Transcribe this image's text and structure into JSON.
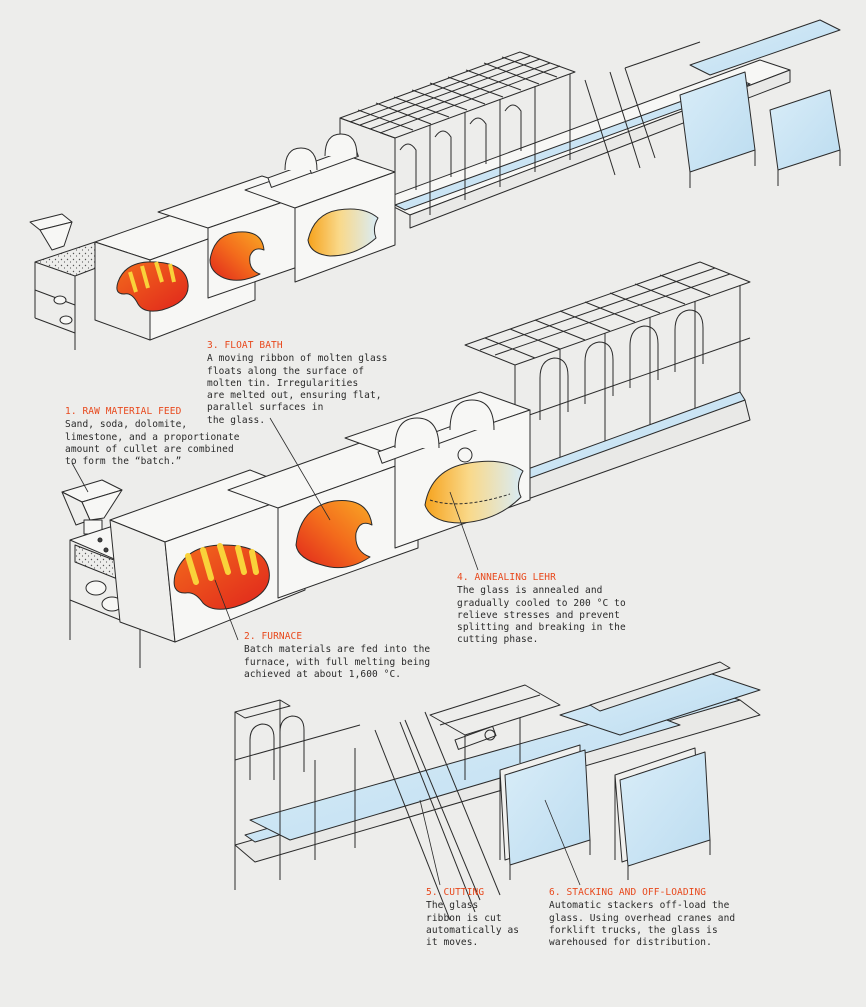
{
  "colors": {
    "background": "#ededeb",
    "outline": "#2b2b2b",
    "fill": "#f7f7f5",
    "accent": "#e8491d",
    "hot_red": "#e0251c",
    "hot_orange": "#f36b1c",
    "hot_yellow": "#f9d23a",
    "glass": "#cfe6f5"
  },
  "steps": [
    {
      "id": "raw-material-feed",
      "title": "1. RAW MATERIAL FEED",
      "body": "Sand, soda, dolomite,\nlimestone, and a proportionate\namount of cullet are combined\nto form the “batch.”"
    },
    {
      "id": "furnace",
      "title": "2. FURNACE",
      "body": "Batch materials are fed into the\nfurnace, with full melting being\nachieved at about 1,600 °C."
    },
    {
      "id": "float-bath",
      "title": "3. FLOAT BATH",
      "body": "A moving ribbon of molten glass\nfloats along the surface of\nmolten tin. Irregularities\nare melted out, ensuring flat,\nparallel surfaces in\nthe glass."
    },
    {
      "id": "annealing-lehr",
      "title": "4. ANNEALING LEHR",
      "body": "The glass is annealed and\ngradually cooled to 200 °C to\nrelieve stresses and prevent\nsplitting and breaking in the\ncutting phase."
    },
    {
      "id": "cutting",
      "title": "5. CUTTING",
      "body": "The glass\nribbon is cut\nautomatically as\nit moves."
    },
    {
      "id": "stacking",
      "title": "6. STACKING AND OFF-LOADING",
      "body": "Automatic stackers off-load the\nglass. Using overhead cranes and\nforklift trucks, the glass is\nwarehoused for distribution."
    }
  ]
}
